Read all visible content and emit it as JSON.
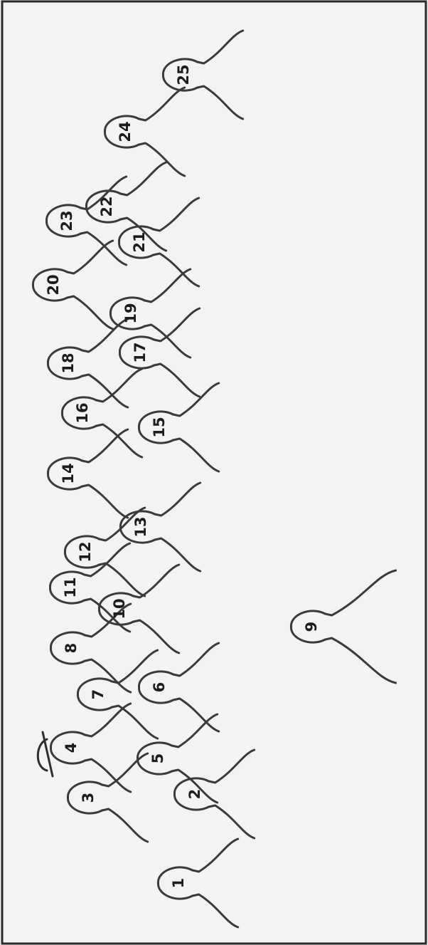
{
  "figures": [
    {
      "label": "1"
    },
    {
      "label": "2"
    },
    {
      "label": "3"
    },
    {
      "label": "4",
      "hat": true
    },
    {
      "label": "5"
    },
    {
      "label": "6"
    },
    {
      "label": "7"
    },
    {
      "label": "8"
    },
    {
      "label": "9"
    },
    {
      "label": "10"
    },
    {
      "label": "11"
    },
    {
      "label": "12"
    },
    {
      "label": "13"
    },
    {
      "label": "14"
    },
    {
      "label": "15"
    },
    {
      "label": "16"
    },
    {
      "label": "17"
    },
    {
      "label": "18"
    },
    {
      "label": "19"
    },
    {
      "label": "20"
    },
    {
      "label": "21"
    },
    {
      "label": "22"
    },
    {
      "label": "23"
    },
    {
      "label": "24"
    },
    {
      "label": "25"
    }
  ],
  "colors": {
    "ink": "#3a3a3a",
    "paper": "#f3f3f1"
  }
}
